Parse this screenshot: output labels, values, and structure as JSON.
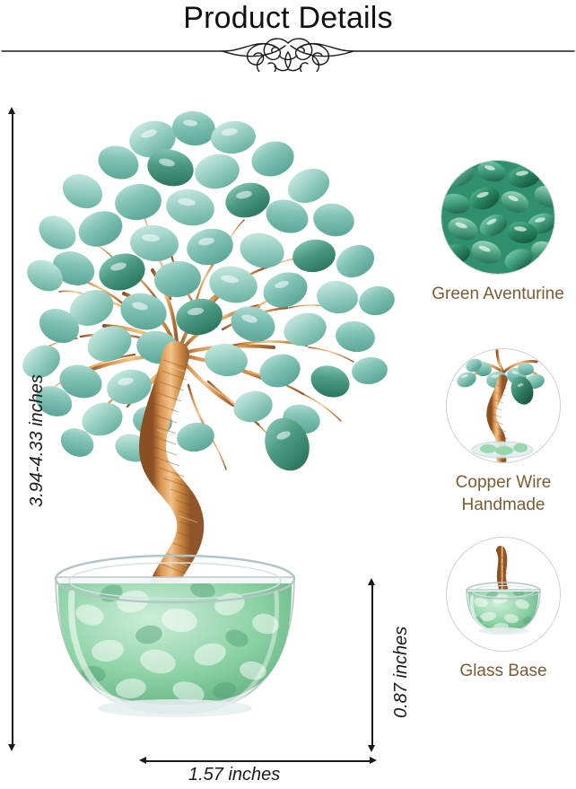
{
  "header": {
    "title": "Product Details",
    "divider_icon": "ornamental-filigree-divider"
  },
  "dimensions": {
    "height": {
      "label": "3.94-4.33 inches",
      "orientation": "vertical",
      "side": "left"
    },
    "base_height": {
      "label": "0.87 inches",
      "orientation": "vertical",
      "side": "right"
    },
    "base_width": {
      "label": "1.57 inches",
      "orientation": "horizontal",
      "side": "bottom"
    }
  },
  "product": {
    "name": "green-aventurine-crystal-tree",
    "canopy_stone_color": "#7ec3b8",
    "wire_color": "#c98a52",
    "base_chip_color": "#7fc79a"
  },
  "callouts": [
    {
      "label": "Green Aventurine",
      "icon": "aventurine-stones-photo",
      "color": "#2f8f6f"
    },
    {
      "label": "Copper Wire\nHandmade",
      "label_line1": "Copper Wire",
      "label_line2": "Handmade",
      "icon": "copper-wire-trunk-photo",
      "color": "#c98a52"
    },
    {
      "label": "Glass Base",
      "icon": "glass-base-photo",
      "color": "#8fd0a8"
    }
  ],
  "colors": {
    "label_brown": "#7b5c33",
    "title_black": "#111111",
    "circle_border": "#cfcfcf",
    "dimension_line": "#1a1a1a"
  }
}
